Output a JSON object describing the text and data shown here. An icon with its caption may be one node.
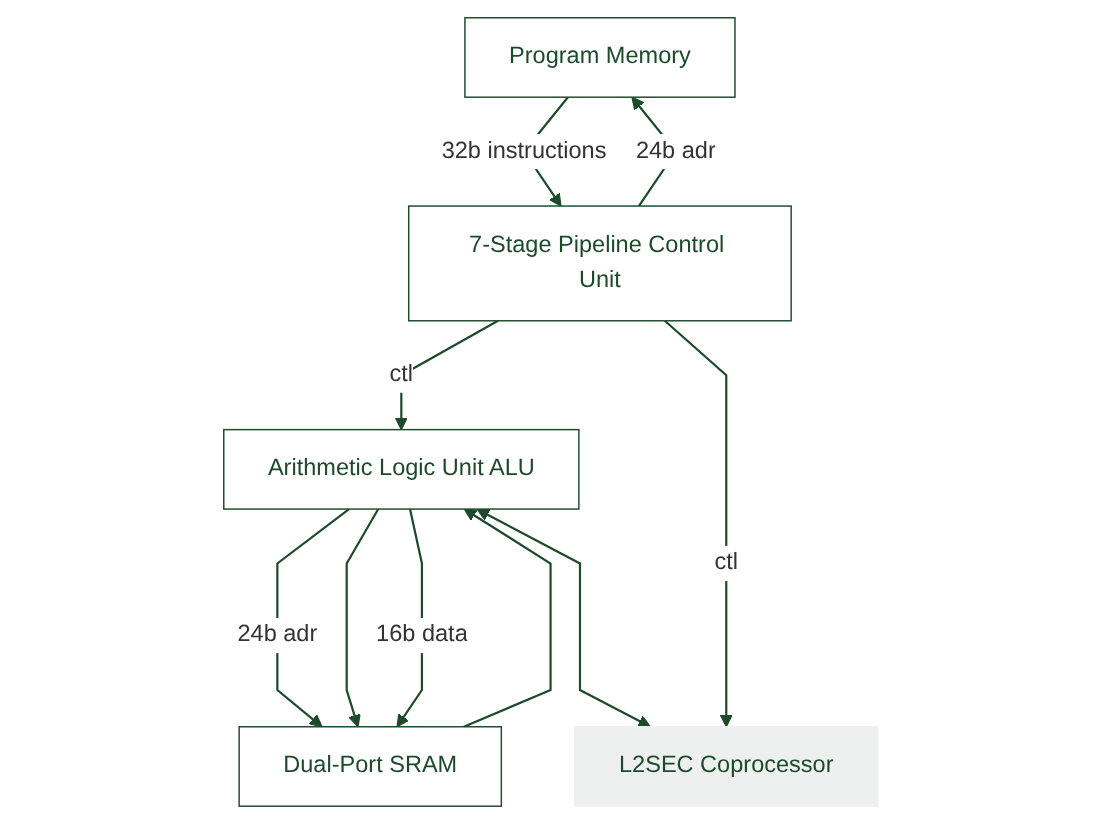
{
  "diagram": {
    "nodes": [
      {
        "text": [
          "Program Memory"
        ]
      },
      {
        "text": [
          "Dual-Port SRAM"
        ]
      },
      {
        "text": [
          "7-Stage Pipeline Control Unit"
        ]
      },
      {
        "text": [
          "Arithmetic Logic Unit ALU"
        ]
      },
      {
        "text": [
          "L2SEC Coprocessor"
        ]
      }
    ],
    "edges": [
      {
        "from": 2,
        "to": 0,
        "arrow": "to",
        "label": "24b adr"
      },
      {
        "from": 0,
        "to": 2,
        "arrow": "to",
        "label": "32b instructions"
      },
      {
        "from": 2,
        "to": 3,
        "arrow": "to",
        "label": "ctl"
      },
      {
        "from": 3,
        "to": 1,
        "arrow": "to",
        "label": "24b adr"
      },
      {
        "from": 3,
        "to": 1,
        "arrow": "to"
      },
      {
        "from": 1,
        "to": 3,
        "arrow": "to"
      },
      {
        "from": 3,
        "to": 1,
        "arrow": "to",
        "label": "16b data"
      },
      {
        "from": 3,
        "to": 4,
        "arrow": "both"
      },
      {
        "from": 2,
        "to": 4,
        "arrow": "to",
        "label": "ctl"
      }
    ]
  }
}
